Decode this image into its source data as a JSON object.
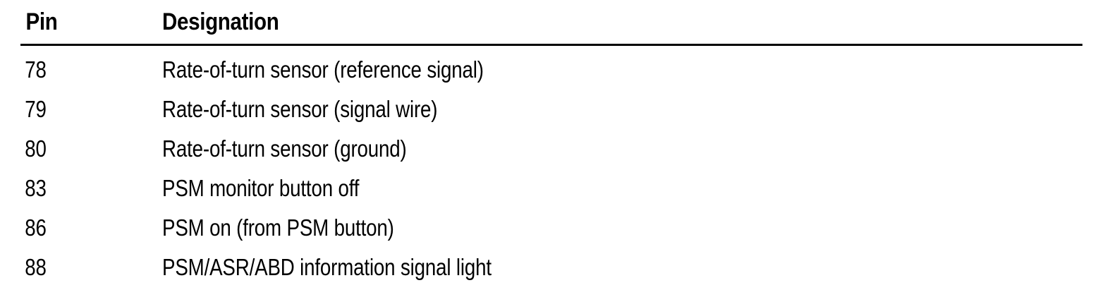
{
  "table": {
    "columns": [
      {
        "key": "pin",
        "header": "Pin"
      },
      {
        "key": "designation",
        "header": "Designation"
      }
    ],
    "rows": [
      {
        "pin": "78",
        "designation": "Rate-of-turn sensor (reference signal)"
      },
      {
        "pin": "79",
        "designation": "Rate-of-turn sensor (signal wire)"
      },
      {
        "pin": "80",
        "designation": "Rate-of-turn sensor (ground)"
      },
      {
        "pin": "83",
        "designation": "PSM monitor button off"
      },
      {
        "pin": "86",
        "designation": "PSM on (from PSM button)"
      },
      {
        "pin": "88",
        "designation": "PSM/ASR/ABD information signal light"
      }
    ]
  },
  "style": {
    "text_color": "#000000",
    "background_color": "#ffffff",
    "rule_color": "#000000"
  }
}
